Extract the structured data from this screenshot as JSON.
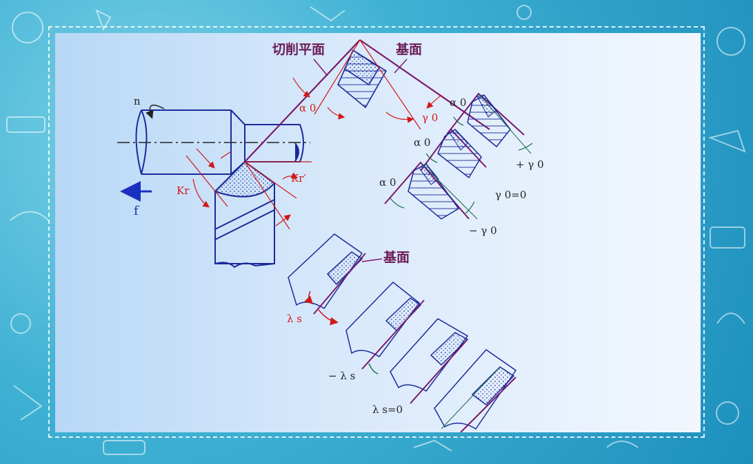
{
  "labels": {
    "cutting_plane": "切削平面",
    "base_plane_top": "基面",
    "base_plane_mid": "基面",
    "n": "n",
    "f": "f",
    "kr": "Kr",
    "kr_prime": "Kr′",
    "alpha0_main": "α 0",
    "gamma0_main": "γ 0",
    "alpha0_a": "α 0",
    "alpha0_b": "α 0",
    "alpha0_c": "α 0",
    "plus_gamma0": "+ γ 0",
    "gamma0_zero": "γ 0=0",
    "minus_gamma0": "− γ 0",
    "lambda_s": "λ s",
    "minus_lambda_s": "− λ s",
    "lambda_s_zero": "λ s=0"
  },
  "colors": {
    "purple": "#7a1a6a",
    "blue": "#1a2a9a",
    "red": "#d01818",
    "black": "#222222"
  }
}
